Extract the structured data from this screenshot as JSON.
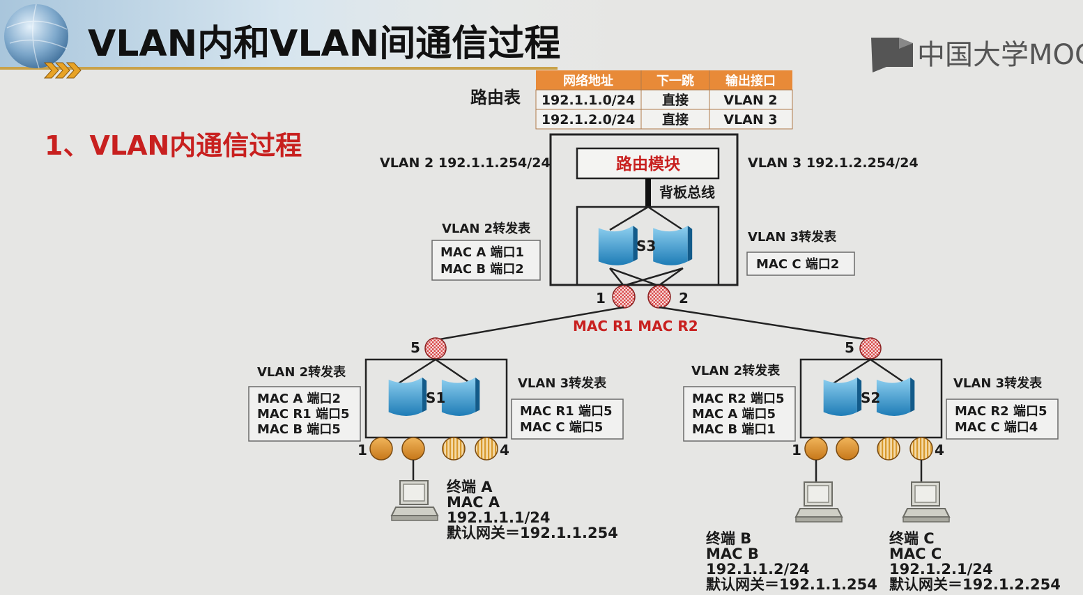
{
  "title": "VLAN内和VLAN间通信过程",
  "logo": "中国大学MOC",
  "section_heading": "1、VLAN内通信过程",
  "colors": {
    "accent_red": "#c8201f",
    "table_header": "#e88a38",
    "switch_blue": "#1e7cb6"
  },
  "routing_table": {
    "label": "路由表",
    "columns": [
      "网络地址",
      "下一跳",
      "输出接口"
    ],
    "rows": [
      {
        "network": "192.1.1.0/24",
        "next_hop": "直接",
        "interface": "VLAN 2"
      },
      {
        "network": "192.1.2.0/24",
        "next_hop": "直接",
        "interface": "VLAN 3"
      }
    ]
  },
  "s3": {
    "name": "S3",
    "routing_module": "路由模块",
    "backplane": "背板总线",
    "vlan2_ip": "VLAN 2  192.1.1.254/24",
    "vlan3_ip": "VLAN 3  192.1.2.254/24",
    "vlan2_table": {
      "title": "VLAN 2转发表",
      "rows": [
        "MAC A  端口1",
        "MAC B  端口2"
      ]
    },
    "vlan3_table": {
      "title": "VLAN 3转发表",
      "rows": [
        "MAC C  端口2"
      ]
    },
    "ports": [
      "1",
      "2"
    ],
    "router_macs": "MAC R1 MAC R2"
  },
  "s1": {
    "name": "S1",
    "uplink_port": "5",
    "edge_ports": [
      "1",
      "4"
    ],
    "vlan2_table": {
      "title": "VLAN 2转发表",
      "rows": [
        "MAC A  端口2",
        "MAC R1 端口5",
        "MAC B  端口5"
      ]
    },
    "vlan3_table": {
      "title": "VLAN 3转发表",
      "rows": [
        "MAC R1 端口5",
        "MAC C  端口5"
      ]
    }
  },
  "s2": {
    "name": "S2",
    "uplink_port": "5",
    "edge_ports": [
      "1",
      "4"
    ],
    "vlan2_table": {
      "title": "VLAN 2转发表",
      "rows": [
        "MAC R2 端口5",
        "MAC A  端口5",
        "MAC B  端口1"
      ]
    },
    "vlan3_table": {
      "title": "VLAN 3转发表",
      "rows": [
        "MAC R2 端口5",
        "MAC C  端口4"
      ]
    }
  },
  "terminals": [
    {
      "name": "终端 A",
      "mac": "MAC A",
      "ip": "192.1.1.1/24",
      "gateway": "默认网关＝192.1.1.254"
    },
    {
      "name": "终端 B",
      "mac": "MAC B",
      "ip": "192.1.1.2/24",
      "gateway": "默认网关＝192.1.1.254"
    },
    {
      "name": "终端 C",
      "mac": "MAC C",
      "ip": "192.1.2.1/24",
      "gateway": "默认网关＝192.1.2.254"
    }
  ]
}
